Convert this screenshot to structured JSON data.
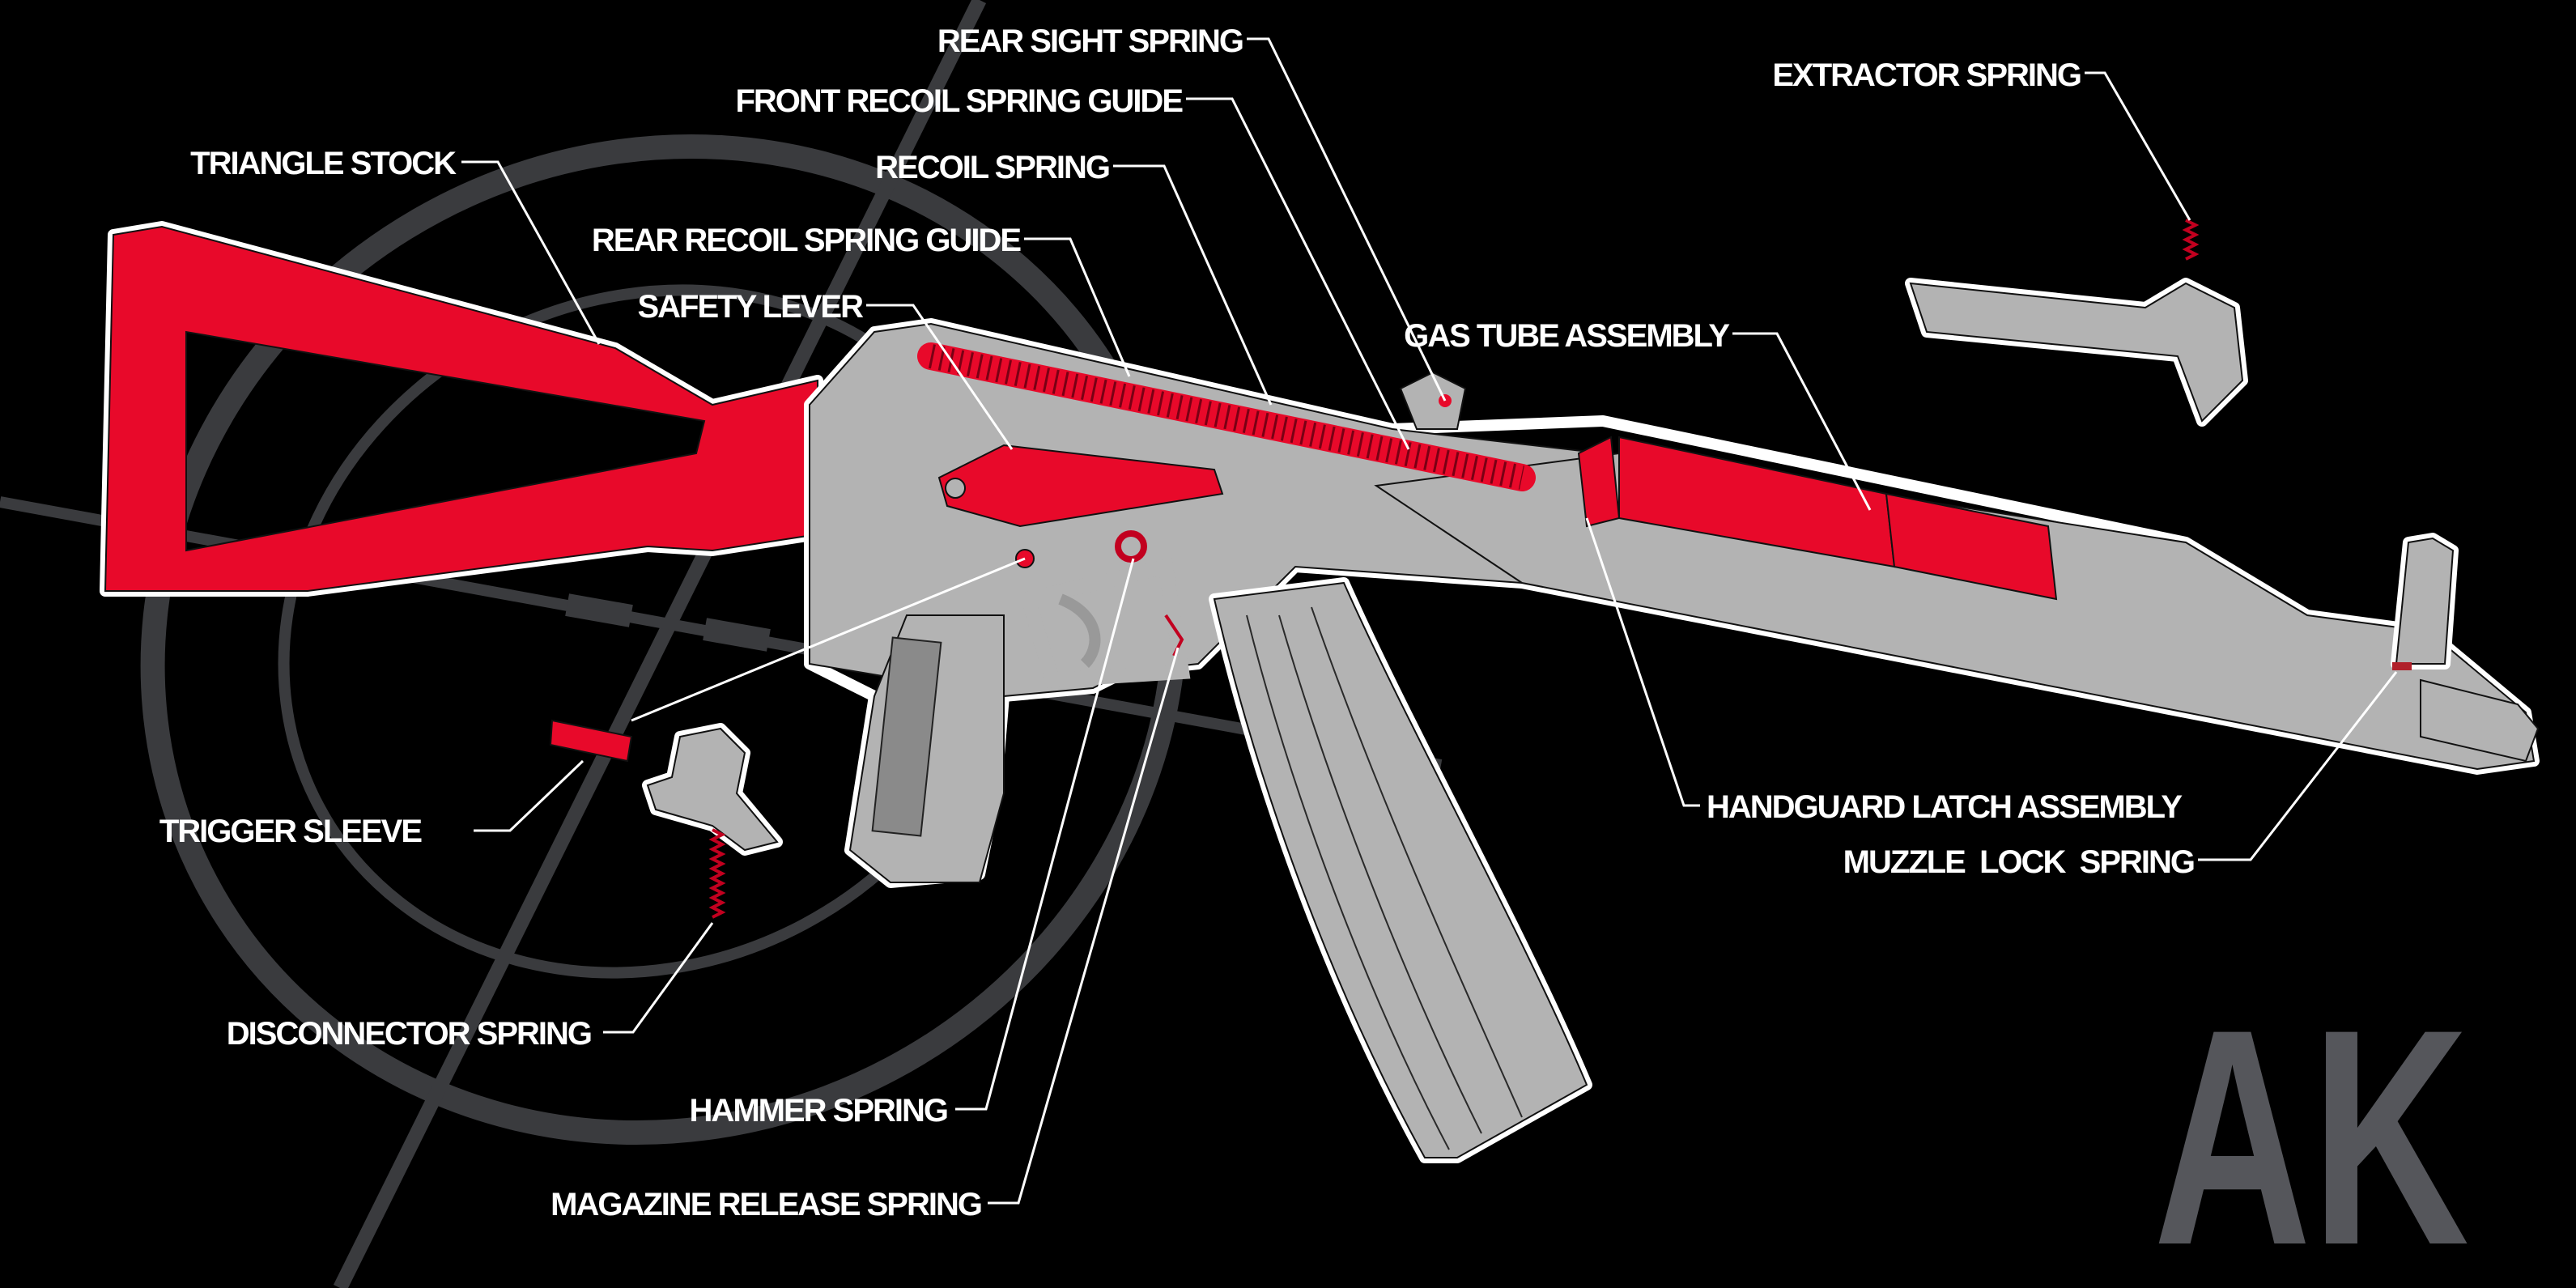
{
  "title": "AK",
  "colors": {
    "background": "#000000",
    "highlight_red": "#e8092a",
    "body_gray": "#b3b3b3",
    "crosshair_gray": "#3a3b3e",
    "title_gray": "#55565b",
    "label_white": "#ffffff"
  },
  "labels": {
    "triangle_stock": "TRIANGLE STOCK",
    "rear_sight_spring": "REAR SIGHT SPRING",
    "front_recoil_spring_guide": "FRONT RECOIL SPRING GUIDE",
    "recoil_spring": "RECOIL SPRING",
    "rear_recoil_spring_guide": "REAR RECOIL SPRING GUIDE",
    "safety_lever": "SAFETY LEVER",
    "extractor_spring": "EXTRACTOR SPRING",
    "gas_tube_assembly": "GAS TUBE ASSEMBLY",
    "handguard_latch_assembly": "HANDGUARD LATCH ASSEMBLY",
    "muzzle_lock_spring": "MUZZLE  LOCK  SPRING",
    "trigger_sleeve": "TRIGGER SLEEVE",
    "disconnector_spring": "DISCONNECTOR SPRING",
    "hammer_spring": "HAMMER SPRING",
    "magazine_release_spring": "MAGAZINE RELEASE SPRING"
  },
  "parts": [
    {
      "name": "Triangle Stock",
      "highlighted": true
    },
    {
      "name": "Rear Sight Spring",
      "highlighted": true
    },
    {
      "name": "Front Recoil Spring Guide",
      "highlighted": true
    },
    {
      "name": "Recoil Spring",
      "highlighted": true
    },
    {
      "name": "Rear Recoil Spring Guide",
      "highlighted": true
    },
    {
      "name": "Safety Lever",
      "highlighted": true
    },
    {
      "name": "Extractor Spring",
      "highlighted": true
    },
    {
      "name": "Gas Tube Assembly",
      "highlighted": true
    },
    {
      "name": "Handguard Latch Assembly",
      "highlighted": true
    },
    {
      "name": "Muzzle Lock Spring",
      "highlighted": true
    },
    {
      "name": "Trigger Sleeve",
      "highlighted": true
    },
    {
      "name": "Disconnector Spring",
      "highlighted": true
    },
    {
      "name": "Hammer Spring",
      "highlighted": true
    },
    {
      "name": "Magazine Release Spring",
      "highlighted": true
    }
  ]
}
